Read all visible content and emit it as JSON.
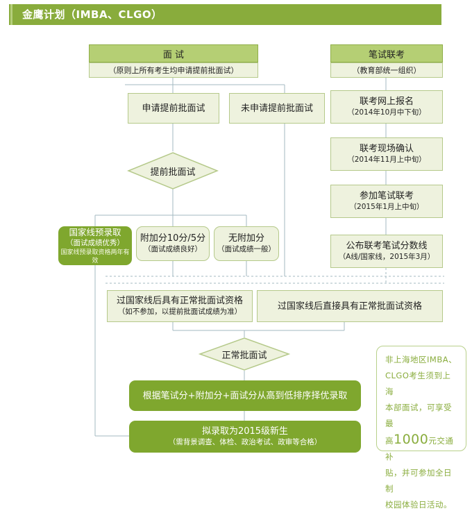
{
  "header": {
    "title": "金鹰计划（IMBA、CLGO）"
  },
  "interview": {
    "title": "面  试",
    "subtitle": "（原则上所有考生均申请提前批面试）"
  },
  "exam": {
    "title": "笔试联考",
    "subtitle": "（教育部统一组织）"
  },
  "apply_early": "申请提前批面试",
  "no_apply_early": "未申请提前批面试",
  "early_interview": "提前批面试",
  "national_admit": {
    "line1": "国家线预录取",
    "line2": "（面试成绩优秀）",
    "line3": "国家线预录取资格两年有效"
  },
  "bonus": {
    "line1": "附加分10分/5分",
    "line2": "（面试成绩良好）"
  },
  "no_bonus": {
    "line1": "无附加分",
    "line2": "（面试成绩一般）"
  },
  "exam_steps": [
    {
      "line1": "联考网上报名",
      "line2": "（2014年10月中下旬）"
    },
    {
      "line1": "联考现场确认",
      "line2": "（2014年11月上中旬）"
    },
    {
      "line1": "参加笔试联考",
      "line2": "（2015年1月上中旬）"
    },
    {
      "line1": "公布联考笔试分数线",
      "line2": "（A线/国家线，2015年3月）"
    }
  ],
  "qualify_a": {
    "line1": "过国家线后具有正常批面试资格",
    "line2": "（如不参加，以提前批面试成绩为准）"
  },
  "qualify_b": "过国家线后直接具有正常批面试资格",
  "normal_interview": "正常批面试",
  "ranking": "根据笔试分+附加分+面试分从高到低排序择优录取",
  "final": {
    "line1": "拟录取为2015级新生",
    "line2": "（需背景调查、体检、政治考试、政审等合格）"
  },
  "note": {
    "line1": "非上海地区IMBA、",
    "line2": "CLGO考生须到上海",
    "line3": "本部面试，可享受最",
    "line4_pre": "高",
    "line4_big": "1000",
    "line4_post": "元交通补",
    "line5": "贴，并可参加全日制",
    "line6": "校园体验日活动。"
  },
  "colors": {
    "accent": "#89ac3c",
    "dark_green": "#7fa72e",
    "light_box": "#eef2de",
    "border": "#b5c98a",
    "line": "#a3b9c2"
  }
}
